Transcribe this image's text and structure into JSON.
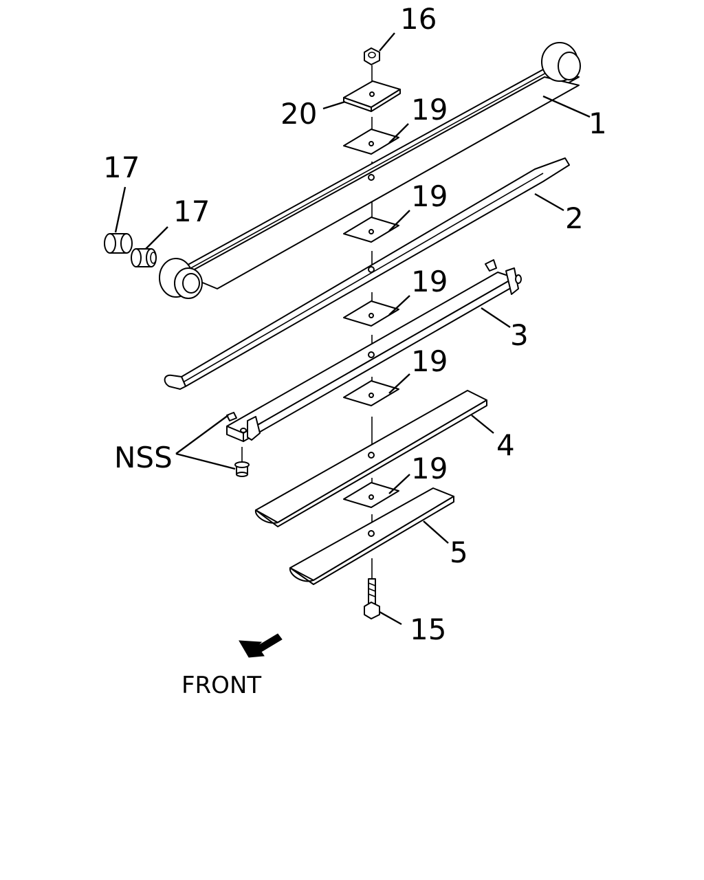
{
  "labels": {
    "part_1": "1",
    "part_2": "2",
    "part_3": "3",
    "part_4": "4",
    "part_5": "5",
    "part_15": "15",
    "part_16": "16",
    "part_17_a": "17",
    "part_17_b": "17",
    "part_19_a": "19",
    "part_19_b": "19",
    "part_19_c": "19",
    "part_19_d": "19",
    "part_19_e": "19",
    "part_20": "20",
    "nss": "NSS",
    "front": "FRONT"
  }
}
